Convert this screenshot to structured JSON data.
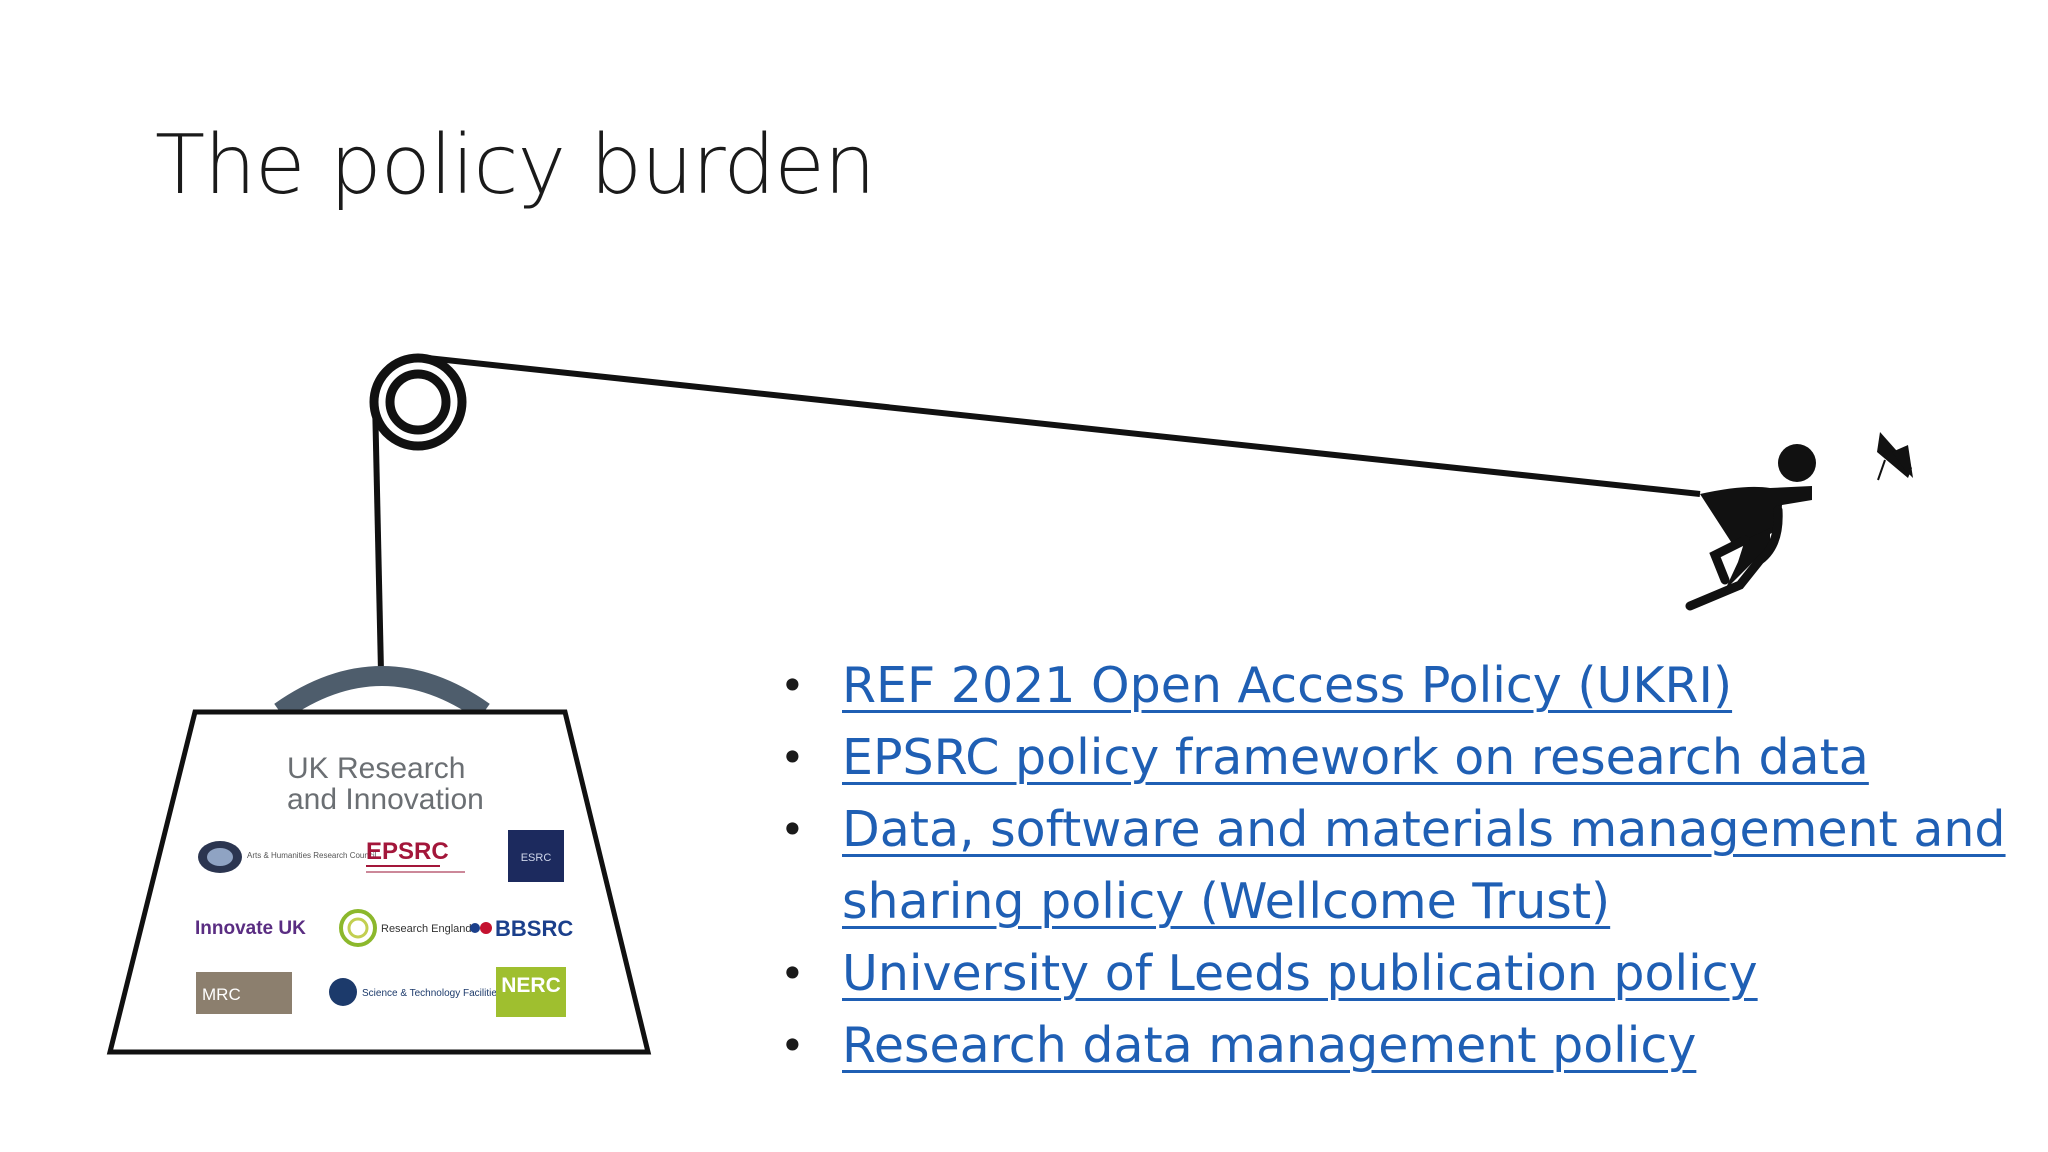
{
  "slide": {
    "title": "The policy burden"
  },
  "weight": {
    "heading_line1": "UK Research",
    "heading_line2": "and Innovation",
    "logos": [
      {
        "name": "ahrc",
        "text": "Arts & Humanities Research Council"
      },
      {
        "name": "epsrc",
        "text": "EPSRC"
      },
      {
        "name": "esrc",
        "text": "ESRC"
      },
      {
        "name": "innovate-uk",
        "text": "Innovate UK"
      },
      {
        "name": "research-england",
        "text": "Research England"
      },
      {
        "name": "bbsrc",
        "text": "BBSRC"
      },
      {
        "name": "mrc",
        "text": "MRC"
      },
      {
        "name": "stfc",
        "text": "Science & Technology Facilities Council"
      },
      {
        "name": "nerc",
        "text": "NERC"
      }
    ]
  },
  "policies": [
    {
      "label": "REF 2021 Open Access Policy (UKRI)"
    },
    {
      "label": "EPSRC policy framework on research data"
    },
    {
      "label": "Data, software and materials management and sharing policy (Wellcome Trust)"
    },
    {
      "label": "University of Leeds publication policy"
    },
    {
      "label": "Research data management policy"
    }
  ],
  "colors": {
    "link": "#1f5fb4",
    "handle": "#4e5d6c",
    "epsrc": "#a3163a",
    "innovate": "#5a2d82",
    "bbsrc": "#1b3f8b",
    "nerc_bg": "#9fbf2f"
  },
  "icons": {
    "pulley": "pulley-icon",
    "figure": "running-figure-icon",
    "cap": "graduation-cap-icon"
  }
}
